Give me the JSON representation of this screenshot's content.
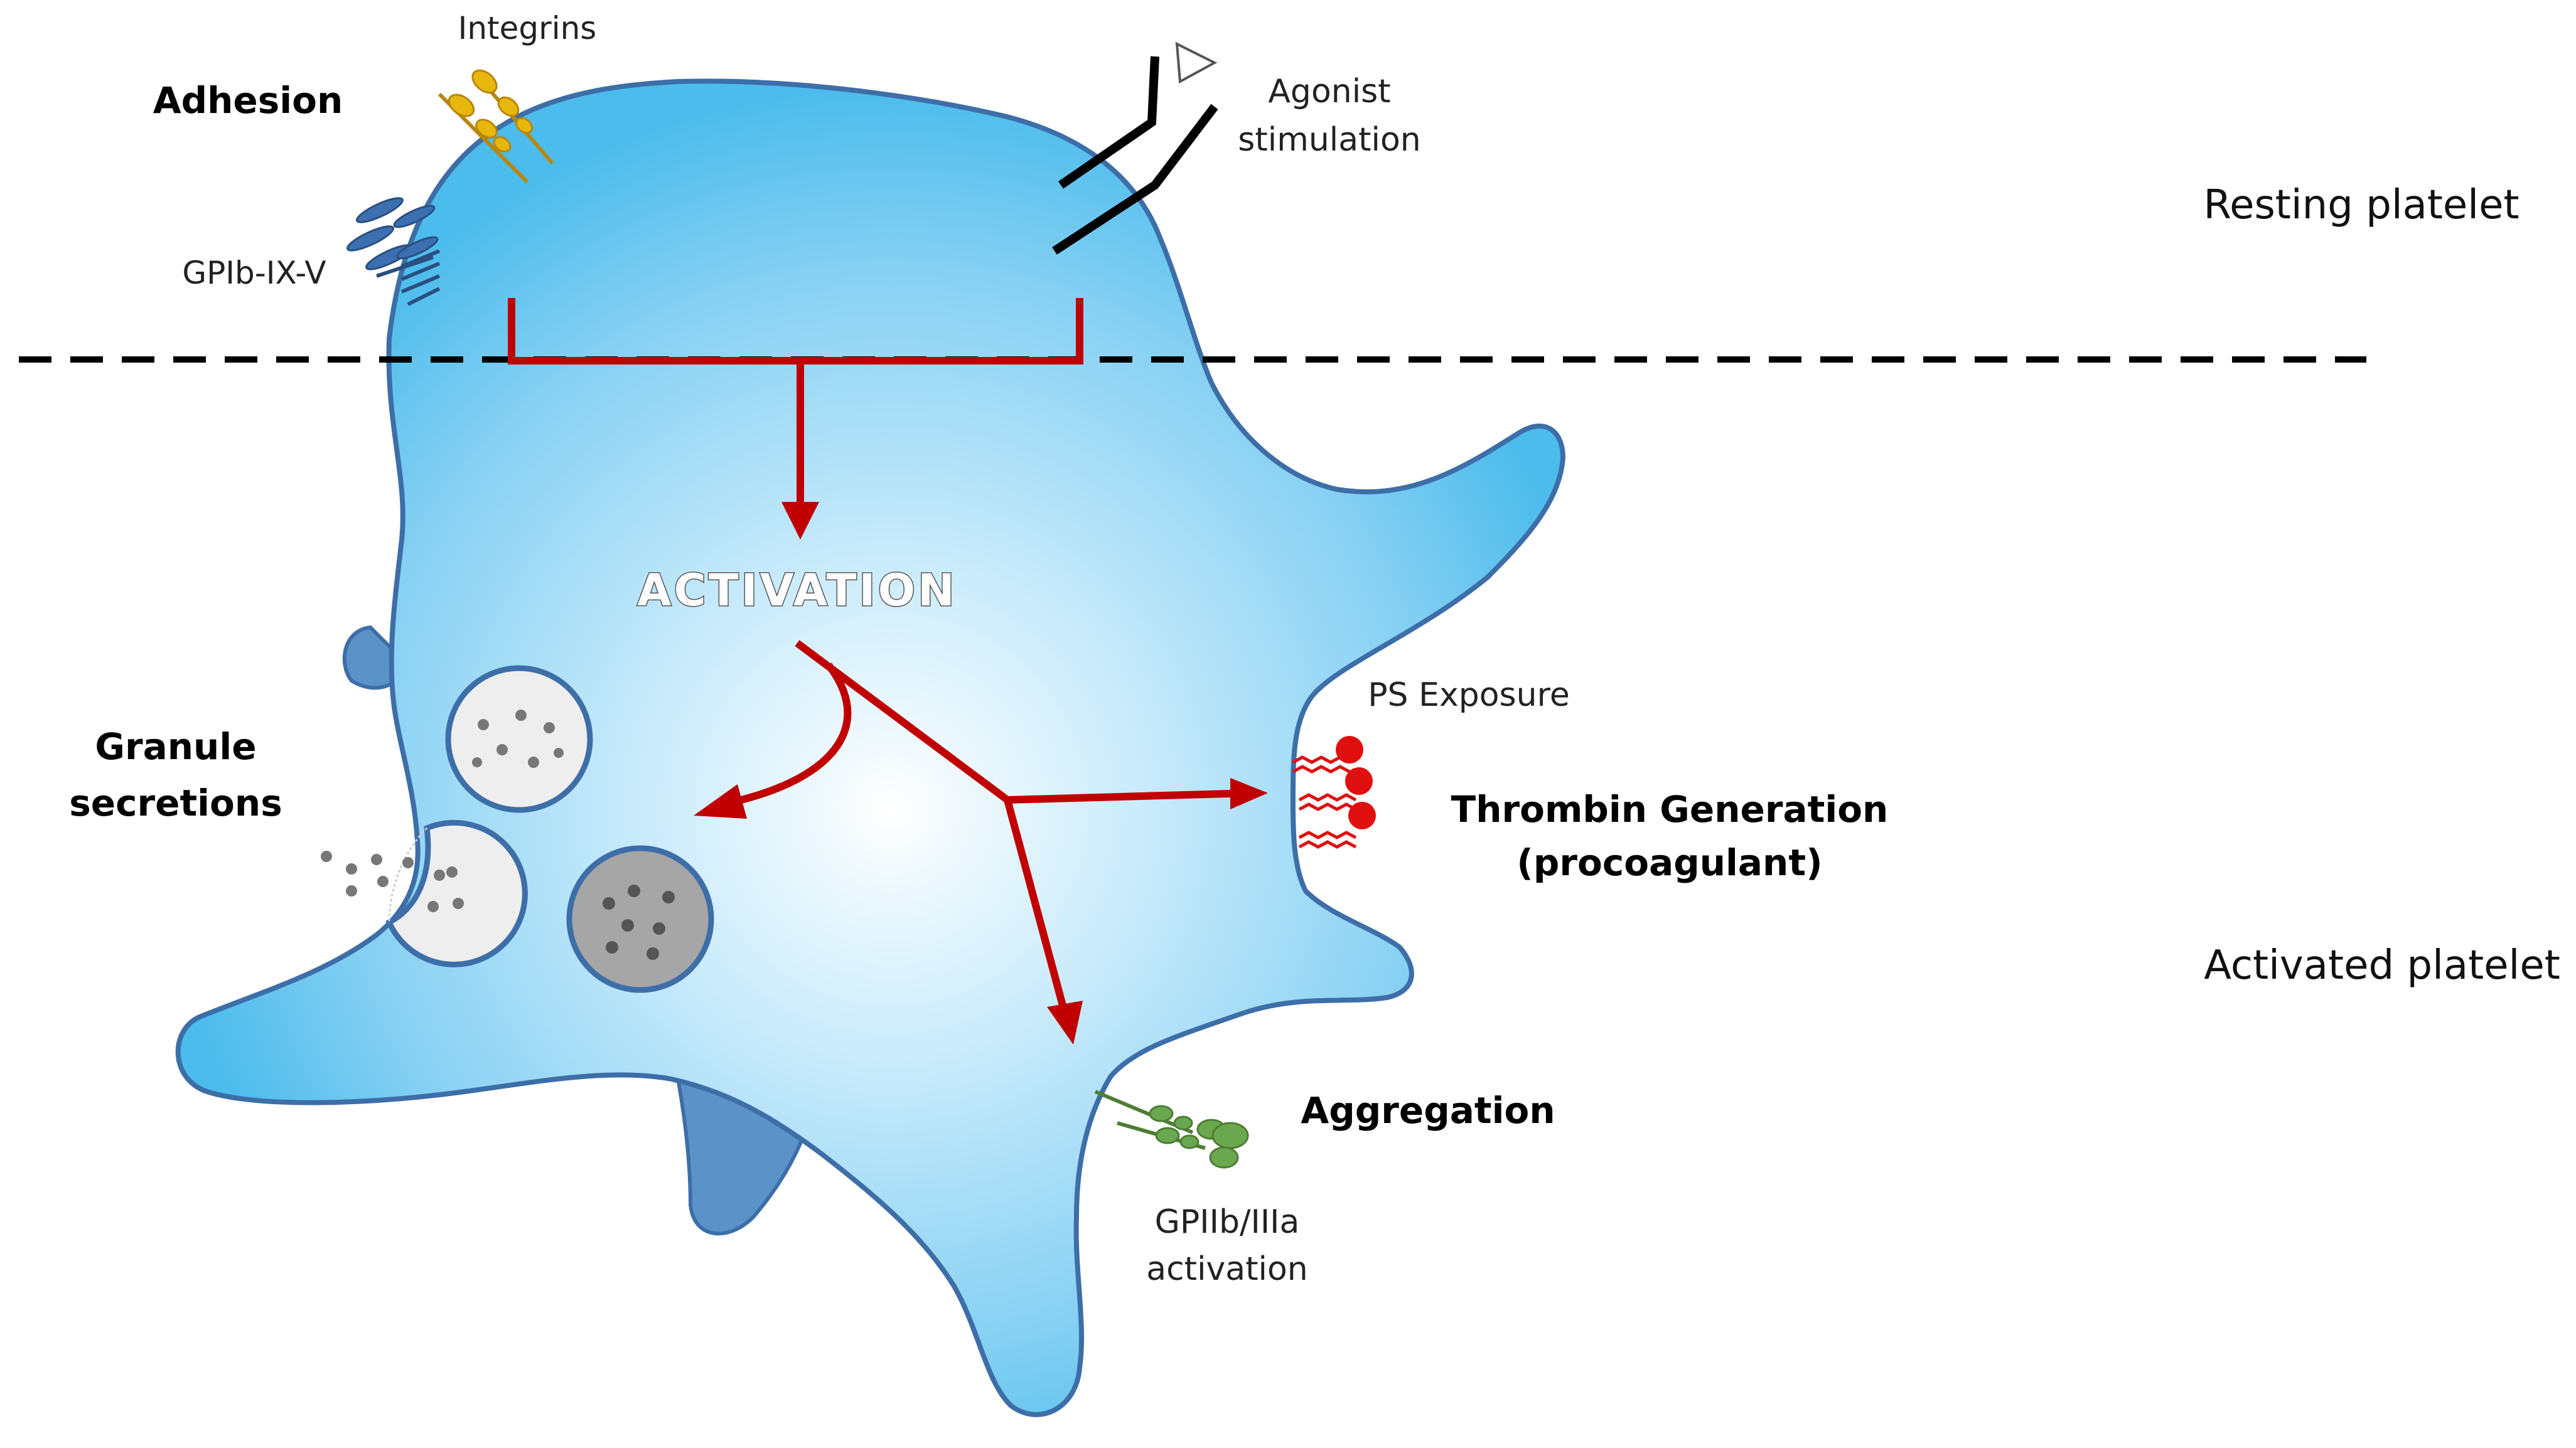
{
  "labels": {
    "adhesion": "Adhesion",
    "integrins": "Integrins",
    "gpib": "GPIb-IX-V",
    "agonist_line1": "Agonist",
    "agonist_line2": "stimulation",
    "resting": "Resting platelet",
    "activated": "Activated platelet",
    "activation": "ACTIVATION",
    "granule_line1": "Granule",
    "granule_line2": "secretions",
    "ps_exposure": "PS Exposure",
    "thrombin_line1": "Thrombin Generation",
    "thrombin_line2": "(procoagulant)",
    "aggregation": "Aggregation",
    "gpiib_line1": "GPIIb/IIIa",
    "gpiib_line2": "activation"
  },
  "colors": {
    "cell_center": "#ffffff",
    "cell_mid": "#a8dcf6",
    "cell_edge": "#4cbcec",
    "cell_outline": "#3d6ea8",
    "pseudopod_dark": "#5b93c8",
    "arrow_red": "#c00000",
    "integrin_yellow": "#e8b70e",
    "gpib_blue": "#3b6fb0",
    "ps_red": "#e01010",
    "gpiib_green": "#6aa84f",
    "granule_light": "#eeeeee",
    "granule_dark": "#a6a6a6"
  },
  "icons": {
    "integrin": "integrin-receptor-icon",
    "gpib": "gpib-receptor-icon",
    "agonist": "agonist-receptor-icon",
    "ps": "phosphatidylserine-icon",
    "gpiib": "gpiib-iiia-receptor-icon",
    "granule": "granule-icon"
  }
}
